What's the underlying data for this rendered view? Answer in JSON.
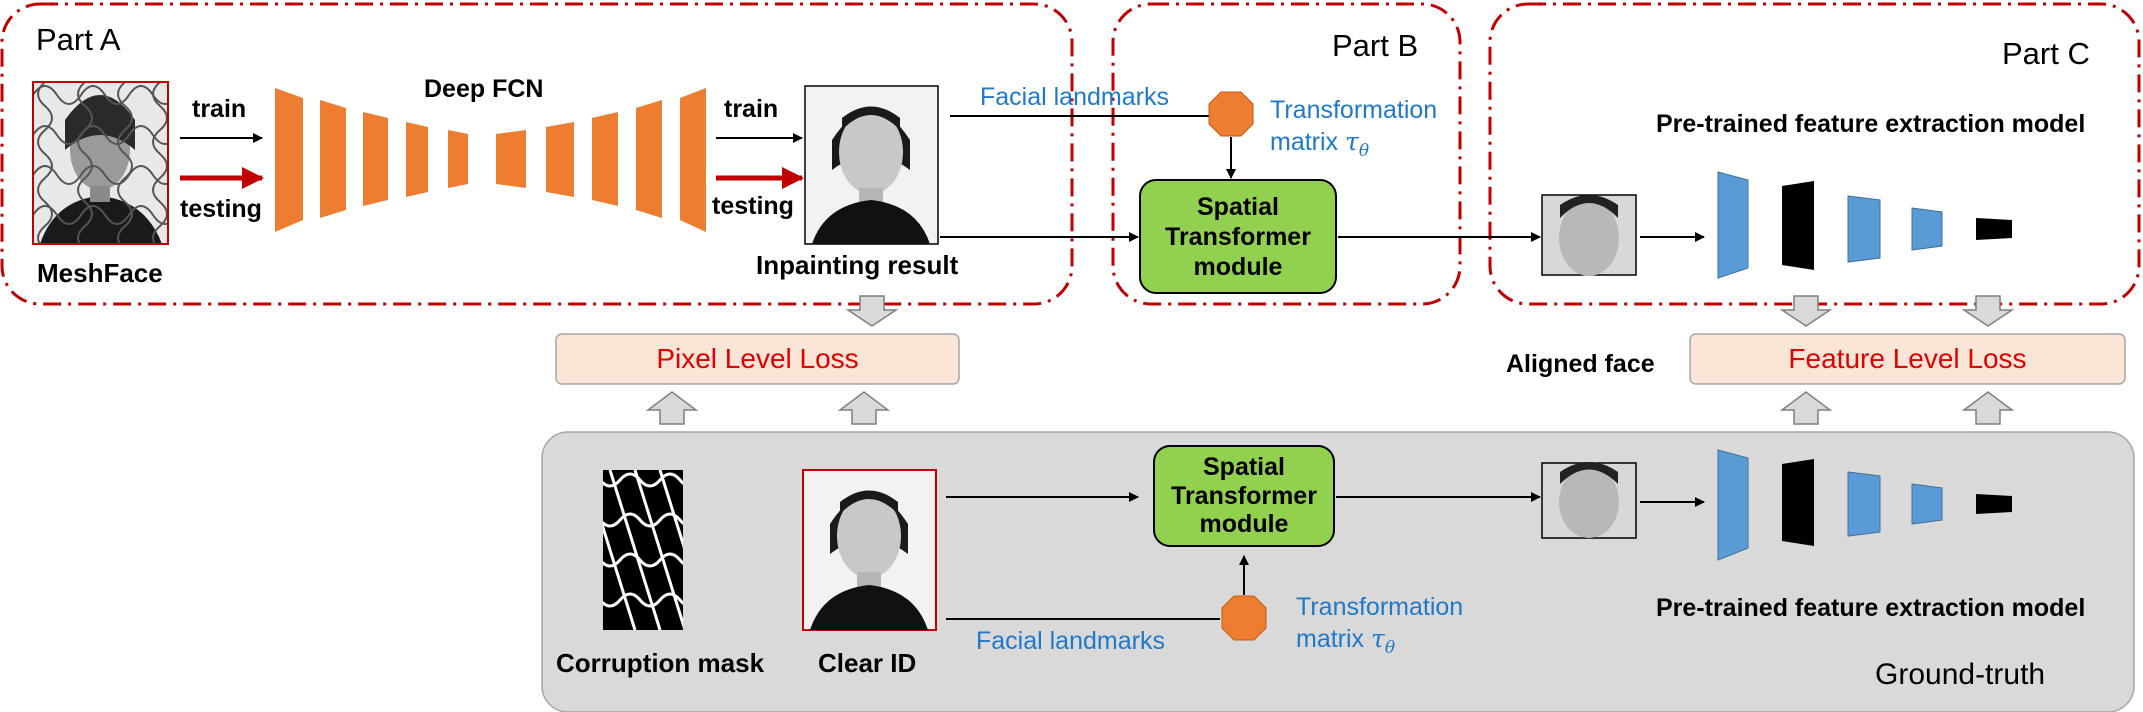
{
  "part_a": {
    "label": "Part A"
  },
  "part_b": {
    "label": "Part B"
  },
  "part_c": {
    "label": "Part C"
  },
  "deep_fcn": {
    "label": "Deep FCN"
  },
  "arrows": {
    "train_label": "train",
    "testing_label": "testing"
  },
  "meshface": {
    "label": "MeshFace"
  },
  "inpainting": {
    "label": "Inpainting result"
  },
  "facial_landmarks_label": "Facial landmarks",
  "transformation_matrix": {
    "line1": "Transformation",
    "line2": "matrix",
    "symbol": "τ",
    "subscript": "θ"
  },
  "stn": {
    "line1": "Spatial",
    "line2": "Transformer",
    "line3": "module"
  },
  "feature_model_label": "Pre-trained feature extraction model",
  "aligned_face_label": "Aligned face",
  "pixel_loss_label": "Pixel Level Loss",
  "feature_loss_label": "Feature Level Loss",
  "ground_truth": {
    "label": "Ground-truth",
    "corruption_mask": "Corruption mask",
    "clear_id": "Clear ID"
  },
  "colors": {
    "dashed_border": "#c00000",
    "fcn_orange": "#ed7d31",
    "stn_green": "#92d050",
    "loss_fill": "#fbe5d6",
    "gt_panel": "#d9d9d9",
    "feature_blue": "#5b9bd5",
    "label_blue": "#1f78c8",
    "testing_arrow": "#c00000"
  }
}
